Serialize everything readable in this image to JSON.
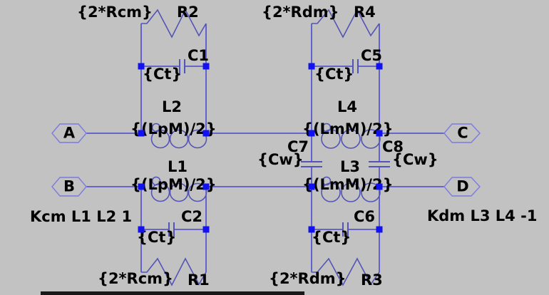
{
  "app": {
    "type": "schematic-editor-canvas"
  },
  "colors": {
    "background": "#c2c2c2",
    "wire": "#3030d0",
    "symbol": "#5454b6",
    "port_outline": "#7b7be0",
    "junction_node": "#1212f0",
    "text": "#000000",
    "taskbar_edge": "#191919"
  },
  "ports": {
    "a": {
      "label": "A"
    },
    "b": {
      "label": "B"
    },
    "c": {
      "label": "C"
    },
    "d": {
      "label": "D"
    }
  },
  "components": {
    "r2": {
      "designator": "R2",
      "value": "{2*Rcm}"
    },
    "r4": {
      "designator": "R4",
      "value": "{2*Rdm}"
    },
    "r1": {
      "designator": "R1",
      "value": "{2*Rcm}"
    },
    "r3": {
      "designator": "R3",
      "value": "{2*Rdm}"
    },
    "c1": {
      "designator": "C1",
      "value": "{Ct}"
    },
    "c5": {
      "designator": "C5",
      "value": "{Ct}"
    },
    "c2": {
      "designator": "C2",
      "value": "{Ct}"
    },
    "c6": {
      "designator": "C6",
      "value": "{Ct}"
    },
    "c7": {
      "designator": "C7",
      "value": "{Cw}"
    },
    "c8": {
      "designator": "C8",
      "value": "{Cw}"
    },
    "l2": {
      "designator": "L2",
      "value": "{(LpM)/2}"
    },
    "l1": {
      "designator": "L1",
      "value": "{(LpM)/2}"
    },
    "l4": {
      "designator": "L4",
      "value": "{(LmM)/2}"
    },
    "l3": {
      "designator": "L3",
      "value": "{(LmM)/2}"
    }
  },
  "directives": {
    "kcm": "Kcm L1 L2 1",
    "kdm": "Kdm L3 L4 -1"
  }
}
